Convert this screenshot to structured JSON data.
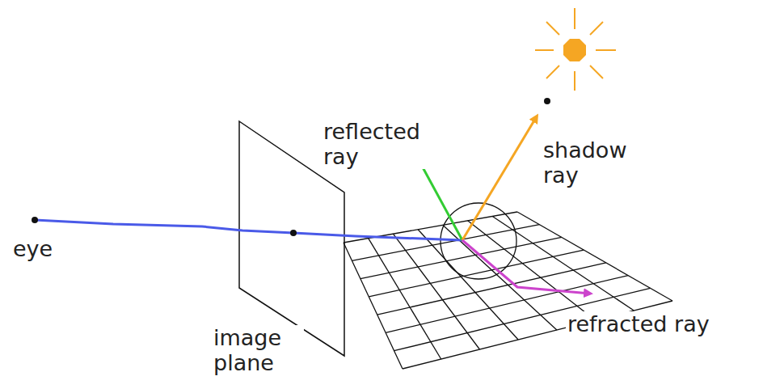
{
  "diagram": {
    "labels": [
      "eye",
      "image plane",
      "reflected ray",
      "shadow ray",
      "refracted ray"
    ]
  }
}
